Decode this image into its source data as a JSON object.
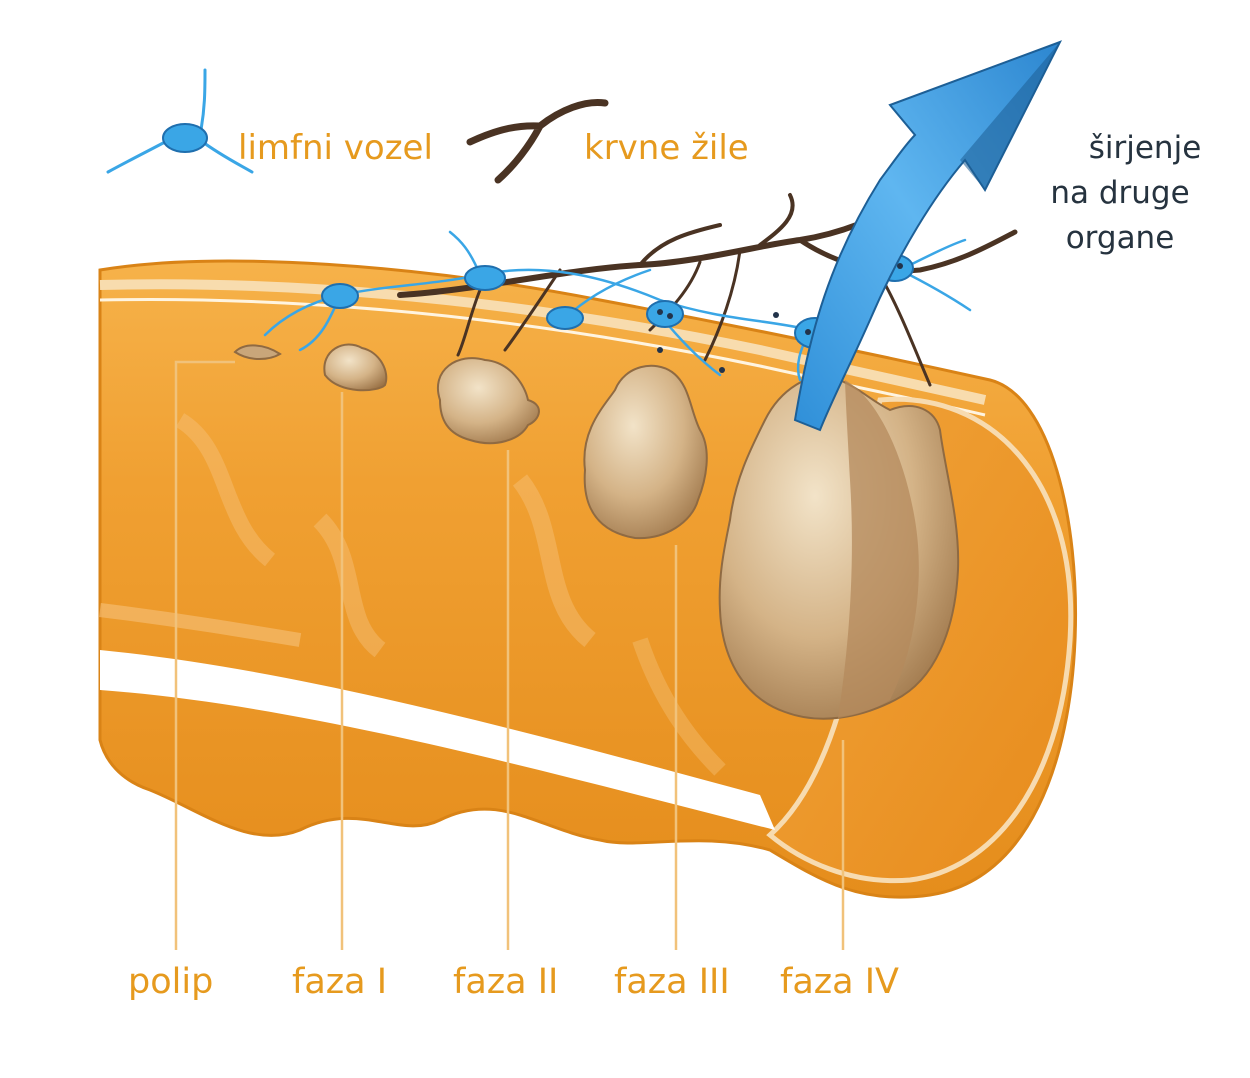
{
  "legend": {
    "lymph_node": "limfni vozel",
    "blood_vessels": "krvne žile"
  },
  "spread_text": [
    "širjenje",
    "na druge",
    "organe"
  ],
  "stages": [
    "polip",
    "faza I",
    "faza II",
    "faza III",
    "faza IV"
  ],
  "colors": {
    "label_orange": "#e69a1e",
    "colon_orange": "#ef9a1f",
    "tumor_tan": "#c8a276",
    "lymph_blue": "#3aa6e6",
    "vessel_brown": "#4a3323",
    "arrow_blue": "#4ba8ea",
    "text_dark": "#26333f"
  }
}
